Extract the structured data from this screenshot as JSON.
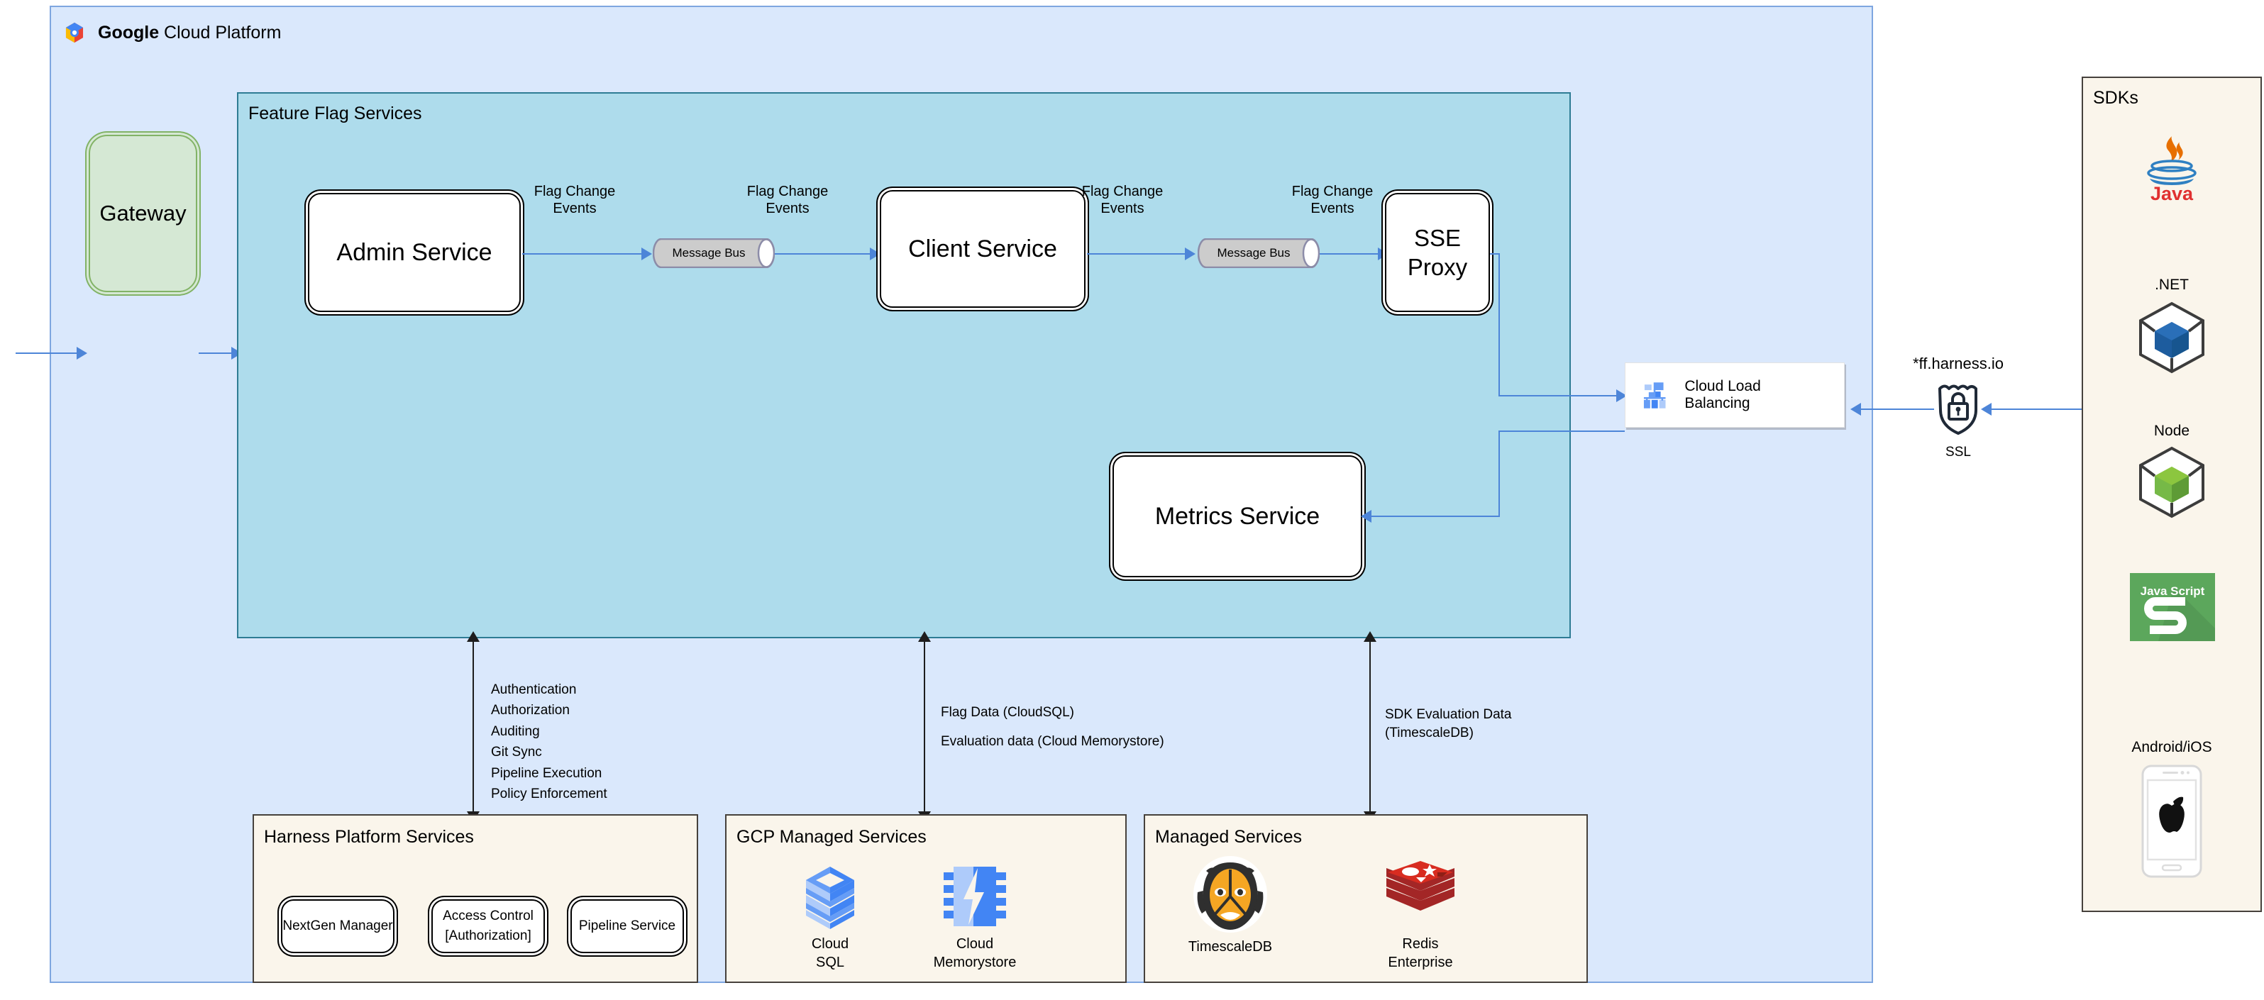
{
  "gcp": {
    "title_bold": "Google",
    "title_rest": " Cloud Platform",
    "logo_icon": "google-cloud-hexagon-icon"
  },
  "gateway": {
    "label": "Gateway"
  },
  "feature_flag_services": {
    "title": "Feature Flag Services",
    "nodes": [
      {
        "id": "admin-service",
        "label": "Admin Service"
      },
      {
        "id": "client-service",
        "label": "Client Service"
      },
      {
        "id": "sse-proxy",
        "label": "SSE\nProxy",
        "line1": "SSE",
        "line2": "Proxy"
      },
      {
        "id": "metrics-service",
        "label": "Metrics Service"
      }
    ],
    "message_bus_label": "Message Bus",
    "edge_labels": [
      "Flag\nChange\nEvents",
      "Flag\nChange\nEvents",
      "Flag\nChange\nEvents",
      "Flag\nChange\nEvents"
    ]
  },
  "load_balancer": {
    "label": "Cloud Load Balancing",
    "icon": "load-balancer-hierarchy-icon"
  },
  "ssl": {
    "domain": "*ff.harness.io",
    "label": "SSL",
    "icon": "ssl-shield-lock-icon"
  },
  "notes": {
    "harness_platform": "Authentication\nAuthorization\nAuditing\nGit Sync\nPipeline Execution\nPolicy Enforcement",
    "gcp_managed": "Flag Data (CloudSQL)\nEvaluation data (Cloud Memorystore)",
    "managed": "SDK Evaluation Data\n(TimescaleDB)"
  },
  "harness_platform_services": {
    "title": "Harness Platform Services",
    "items": [
      {
        "label": "NextGen Manager"
      },
      {
        "line1": "Access Control",
        "line2": "[Authorization]"
      },
      {
        "label": "Pipeline Service"
      }
    ]
  },
  "gcp_managed_services": {
    "title": "GCP Managed Services",
    "items": [
      {
        "line1": "Cloud",
        "line2": "SQL",
        "icon": "cloud-sql-icon"
      },
      {
        "line1": "Cloud",
        "line2": "Memorystore",
        "icon": "cloud-memorystore-icon"
      }
    ]
  },
  "managed_services": {
    "title": "Managed Services",
    "items": [
      {
        "line1": "TimescaleDB",
        "line2": "",
        "icon": "timescaledb-tiger-icon"
      },
      {
        "line1": "Redis",
        "line2": "Enterprise",
        "icon": "redis-stack-icon"
      }
    ]
  },
  "sdks": {
    "title": "SDKs",
    "items": [
      {
        "label": "",
        "caption_below": "Java",
        "icon": "java-icon"
      },
      {
        "label": ".NET",
        "caption_below": "",
        "icon": "dotnet-cube-icon"
      },
      {
        "label": "Node",
        "caption_below": "",
        "icon": "node-cube-icon"
      },
      {
        "label": "",
        "caption_below": "",
        "icon": "javascript-icon",
        "icon_text_top": "Java Script",
        "icon_text_main": "S"
      },
      {
        "label": "Android/iOS",
        "caption_below": "",
        "icon": "android-ios-phone-apple-icon"
      }
    ]
  },
  "colors": {
    "gcp_panel_fill": "#DAE8FC",
    "gcp_panel_border": "#7EA6E0",
    "ff_panel_fill": "#AEDCEC",
    "ff_panel_border": "#2E7C94",
    "beige_fill": "#FAF5EB",
    "beige_border": "#46413C",
    "gateway_fill": "#D5E8D4",
    "gateway_border": "#82B366",
    "arrow_blue": "#4D85D8",
    "arrow_black": "#1D1D1D",
    "msgbus_fill": "#CCCCCC",
    "msgbus_border": "#8C8CA8"
  }
}
